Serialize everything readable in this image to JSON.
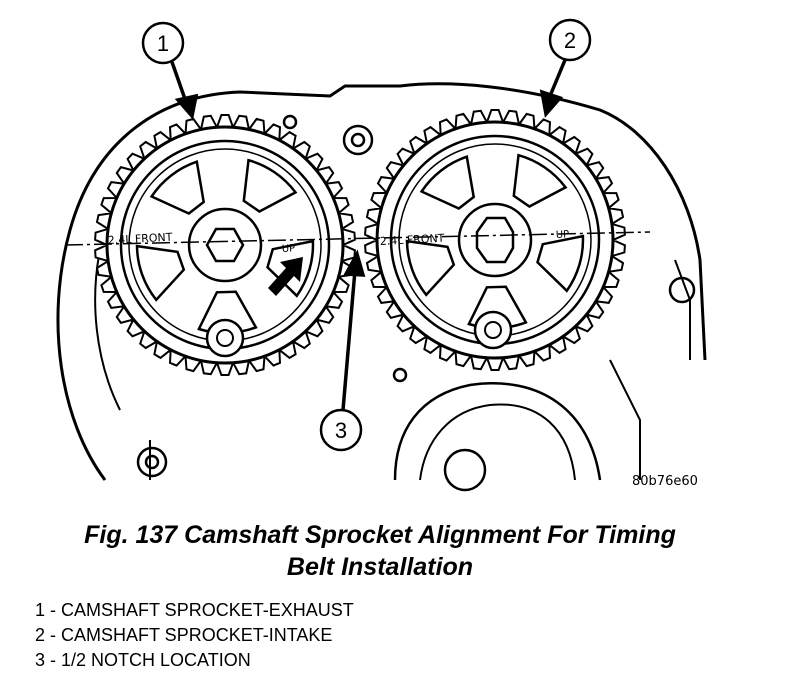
{
  "figure": {
    "callouts": [
      "1",
      "2",
      "3"
    ],
    "sprocket_labels": {
      "left_front": "2.4L FRONT",
      "left_up": "UP",
      "right_front": "2.4L FRONT",
      "right_up": "UP"
    },
    "code": "80b76e60"
  },
  "caption": {
    "line1": "Fig. 137 Camshaft Sprocket Alignment For Timing",
    "line2": "Belt Installation"
  },
  "legend": [
    "1 - CAMSHAFT SPROCKET-EXHAUST",
    "2 - CAMSHAFT SPROCKET-INTAKE",
    "3 - 1/2 NOTCH LOCATION"
  ]
}
